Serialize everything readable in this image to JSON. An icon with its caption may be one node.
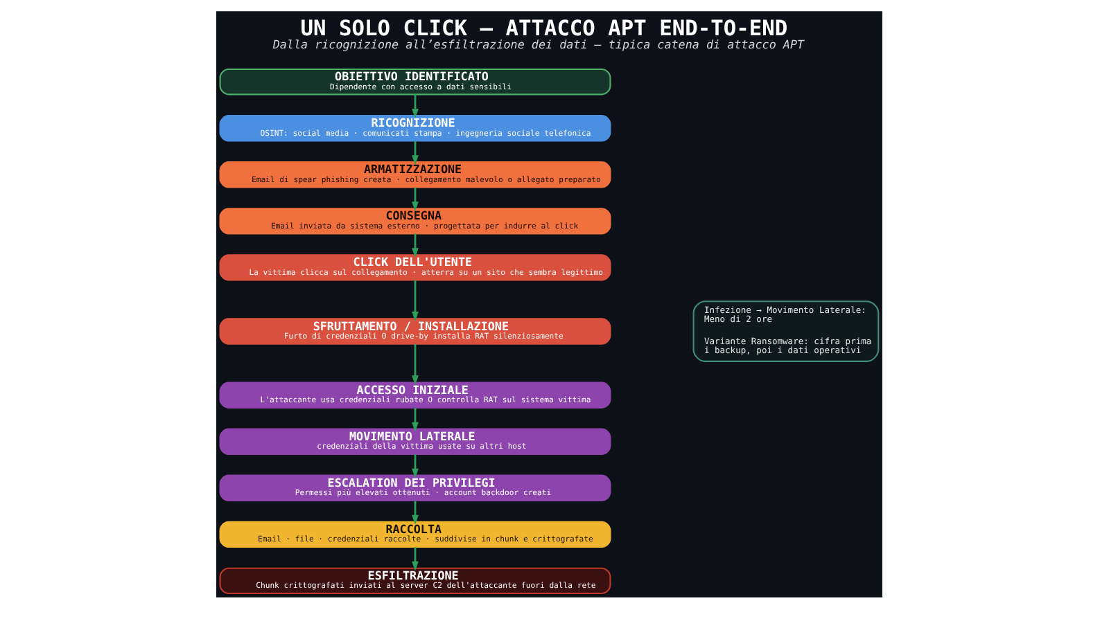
{
  "diagram": {
    "title": "UN SOLO CLICK — ATTACCO APT END-TO-END",
    "caption": "Dalla ricognizione all’esfiltrazione dei dati — tipica catena di attacco APT",
    "nodes": [
      {
        "text": [
          "OBIETTIVO IDENTIFICATO",
          "Dipendente con accesso a dati sensibili"
        ]
      },
      {
        "text": [
          "RICOGNIZIONE",
          "OSINT: social media · comunicati stampa · ingegneria sociale telefonica"
        ]
      },
      {
        "text": [
          "ARMATIZZAZIONE",
          "Email di spear phishing creata · collegamento malevolo o allegato preparato"
        ]
      },
      {
        "text": [
          "CONSEGNA",
          "Email inviata da sistema esterno · progettata per indurre al click"
        ]
      },
      {
        "text": [
          "CLICK DELL'UTENTE",
          "La vittima clicca sul collegamento · atterra su un sito che sembra legittimo"
        ]
      },
      {
        "text": [
          "SFRUTTAMENTO / INSTALLAZIONE",
          "Furto di credenziali O drive-by installa RAT silenziosamente"
        ]
      },
      {
        "text": [
          "ACCESSO INIZIALE",
          "L'attaccante usa credenziali rubate O controlla RAT sul sistema vittima"
        ]
      },
      {
        "text": [
          "MOVIMENTO LATERALE",
          "credenziali della vittima usate su altri host"
        ]
      },
      {
        "text": [
          "ESCALATION DEI PRIVILEGI",
          "Permessi più elevati ottenuti · account backdoor creati"
        ]
      },
      {
        "text": [
          "RACCOLTA",
          "Email · file · credenziali raccolte · suddivise in chunk e crittografate"
        ]
      },
      {
        "text": [
          "ESFILTRAZIONE",
          "Chunk crittografati inviati al server C2 dell'attaccante fuori dalla rete"
        ]
      },
      {
        "text": [
          "Infezione → Movimento Laterale: Meno di 2 ore",
          "Variante Ransomware: cifra prima i backup, poi i dati operativi"
        ]
      }
    ],
    "edges": [
      {
        "from": 0,
        "to": 1,
        "arrow": "to"
      },
      {
        "from": 1,
        "to": 2,
        "arrow": "to"
      },
      {
        "from": 2,
        "to": 3,
        "arrow": "to"
      },
      {
        "from": 3,
        "to": 4,
        "arrow": "to"
      },
      {
        "from": 4,
        "to": 5,
        "arrow": "to"
      },
      {
        "from": 5,
        "to": 6,
        "arrow": "to"
      },
      {
        "from": 6,
        "to": 7,
        "arrow": "to"
      },
      {
        "from": 7,
        "to": 8,
        "arrow": "to"
      },
      {
        "from": 8,
        "to": 9,
        "arrow": "to"
      },
      {
        "from": 9,
        "to": 10,
        "arrow": "to"
      }
    ]
  }
}
